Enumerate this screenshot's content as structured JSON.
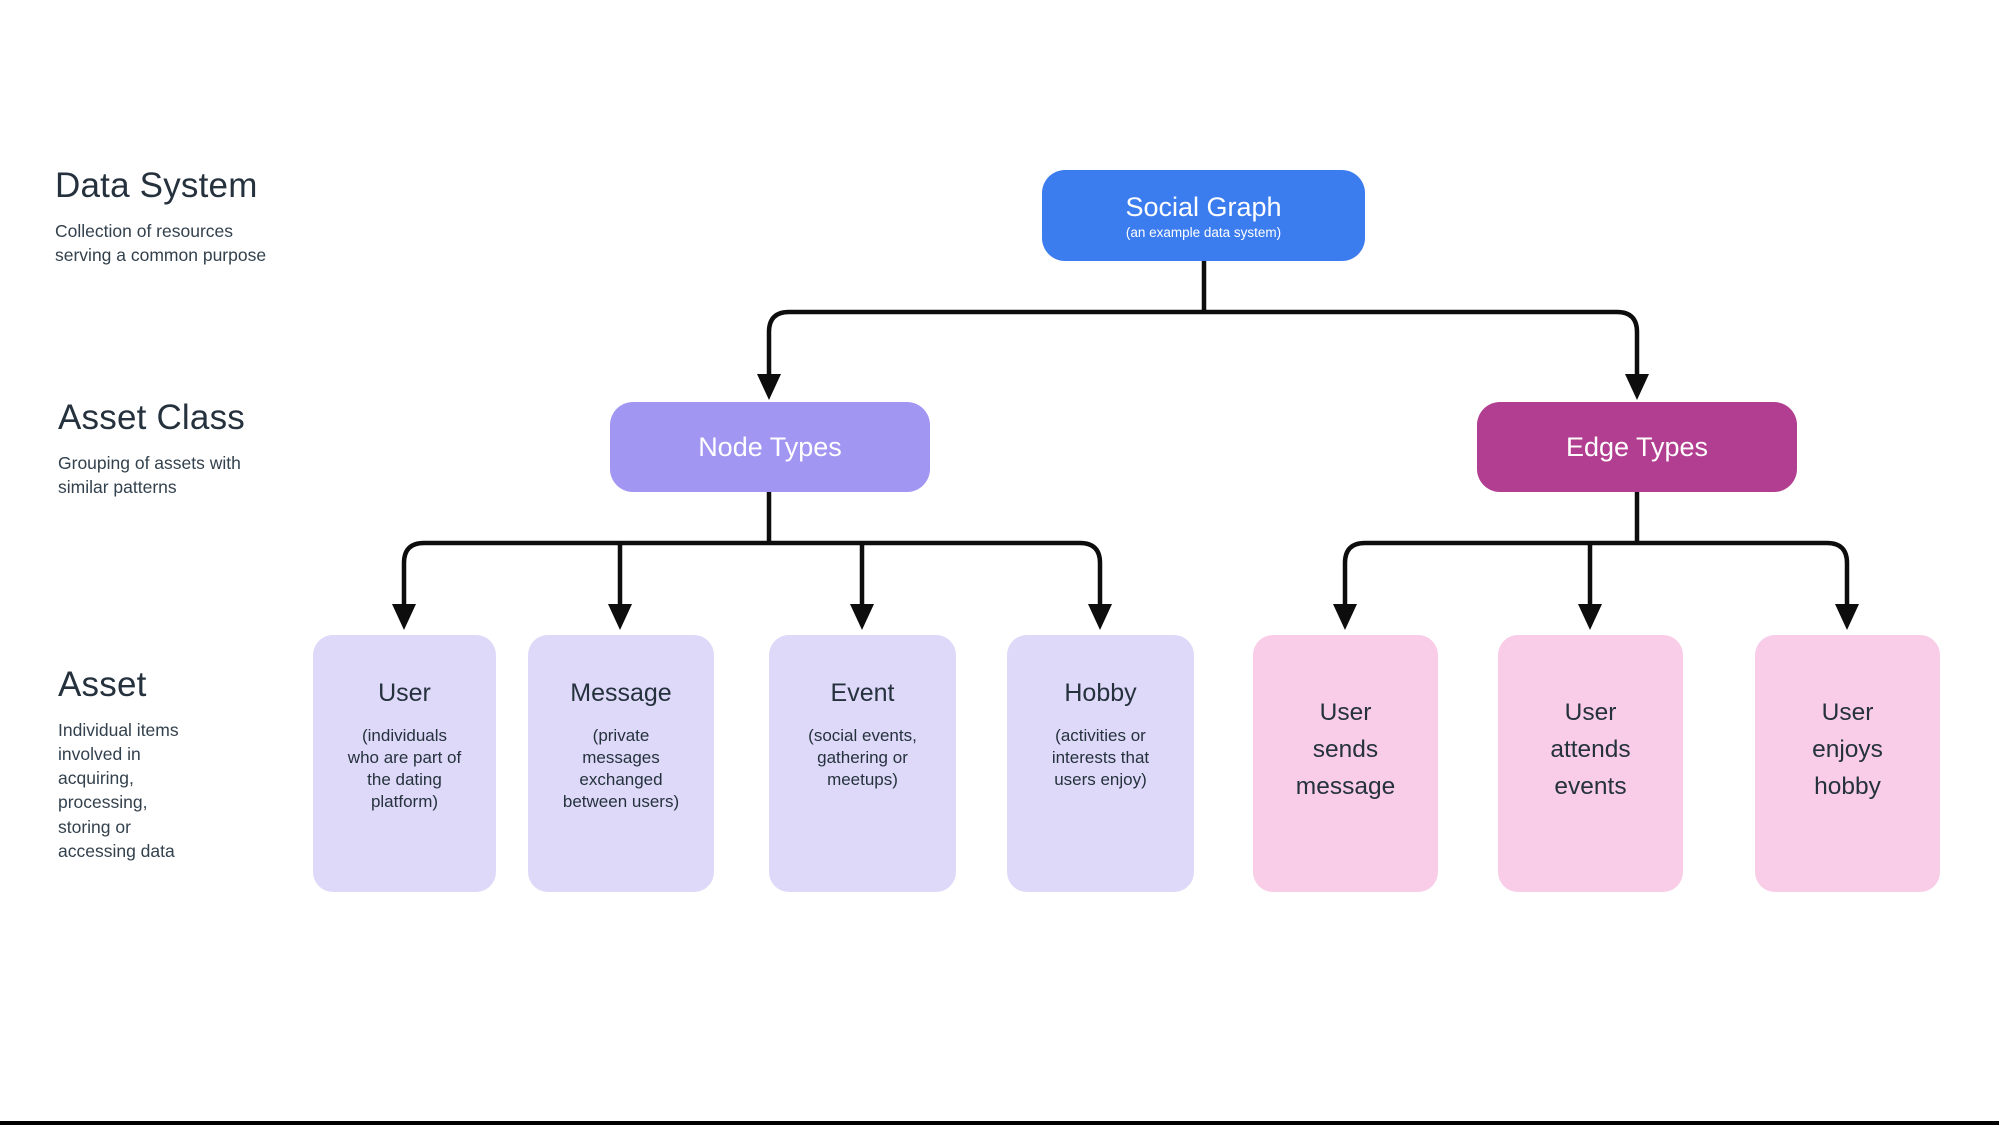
{
  "colors": {
    "background": "#ffffff",
    "root_box": "#3b7cef",
    "node_types_box": "#a196f2",
    "edge_types_box": "#b13e90",
    "node_asset_card": "#ded9f8",
    "edge_asset_card": "#f9cde8",
    "connector_line": "#0d0d0d",
    "dark_text": "#25323e",
    "bottom_bar": "#000000"
  },
  "row_labels": [
    {
      "title": "Data System",
      "description": "Collection of resources\nserving a common purpose"
    },
    {
      "title": "Asset Class",
      "description": "Grouping of assets with\nsimilar patterns"
    },
    {
      "title": "Asset",
      "description": "Individual items\ninvolved in\nacquiring,\nprocessing,\nstoring or\naccessing data"
    }
  ],
  "root": {
    "title": "Social Graph",
    "subtitle": "(an example data system)"
  },
  "classes": [
    {
      "title": "Node Types"
    },
    {
      "title": "Edge Types"
    }
  ],
  "assets": [
    {
      "title": "User",
      "description": "(individuals\nwho are part of\nthe dating\nplatform)"
    },
    {
      "title": "Message",
      "description": "(private\nmessages\nexchanged\nbetween users)"
    },
    {
      "title": "Event",
      "description": "(social events,\ngathering or\nmeetups)"
    },
    {
      "title": "Hobby",
      "description": "(activities or\ninterests that\nusers enjoy)"
    },
    {
      "title": "User\nsends\nmessage"
    },
    {
      "title": "User\nattends\nevents"
    },
    {
      "title": "User\nenjoys\nhobby"
    }
  ]
}
